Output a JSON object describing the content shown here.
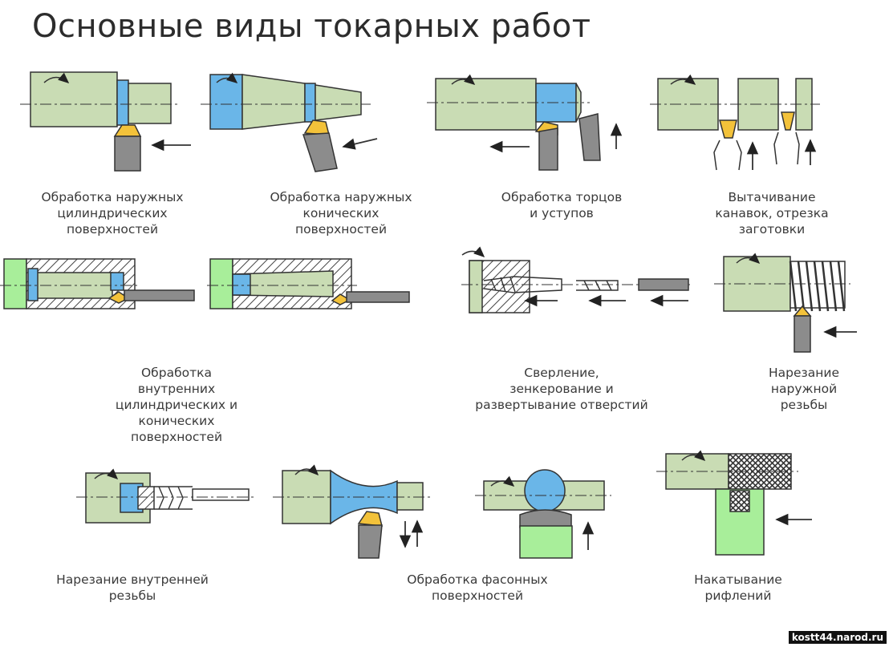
{
  "title": "Основные виды токарных работ",
  "captions": {
    "external_cylindrical": "Обработка наружных\nцилиндрических\nповерхностей",
    "external_conical": "Обработка наружных\nконических\nповерхностей",
    "faces_shoulders": "Обработка торцов\nи уступов",
    "grooving_cutoff": "Вытачивание\nканавок, отрезка\nзаготовки",
    "internal_surfaces": "Обработка\nвнутренних\nцилиндрических и\nконических\nповерхностей",
    "drilling": "Сверление,\nзенкерование и\nразвертывание отверстий",
    "external_thread": "Нарезание\nнаружной\nрезьбы",
    "internal_thread": "Нарезание внутренней\nрезьбы",
    "shaped_surfaces": "Обработка фасонных\nповерхностей",
    "knurling": "Накатывание\nрифлений"
  },
  "watermark": "kostt44.narod.ru",
  "colors": {
    "workpiece": "#c9dcb4",
    "cut_blue": "#6ab6e8",
    "tool_gray": "#8c8c8c",
    "insert_yellow": "#f3c23a",
    "holder_green": "#a8ee9a",
    "outline": "#333333"
  }
}
